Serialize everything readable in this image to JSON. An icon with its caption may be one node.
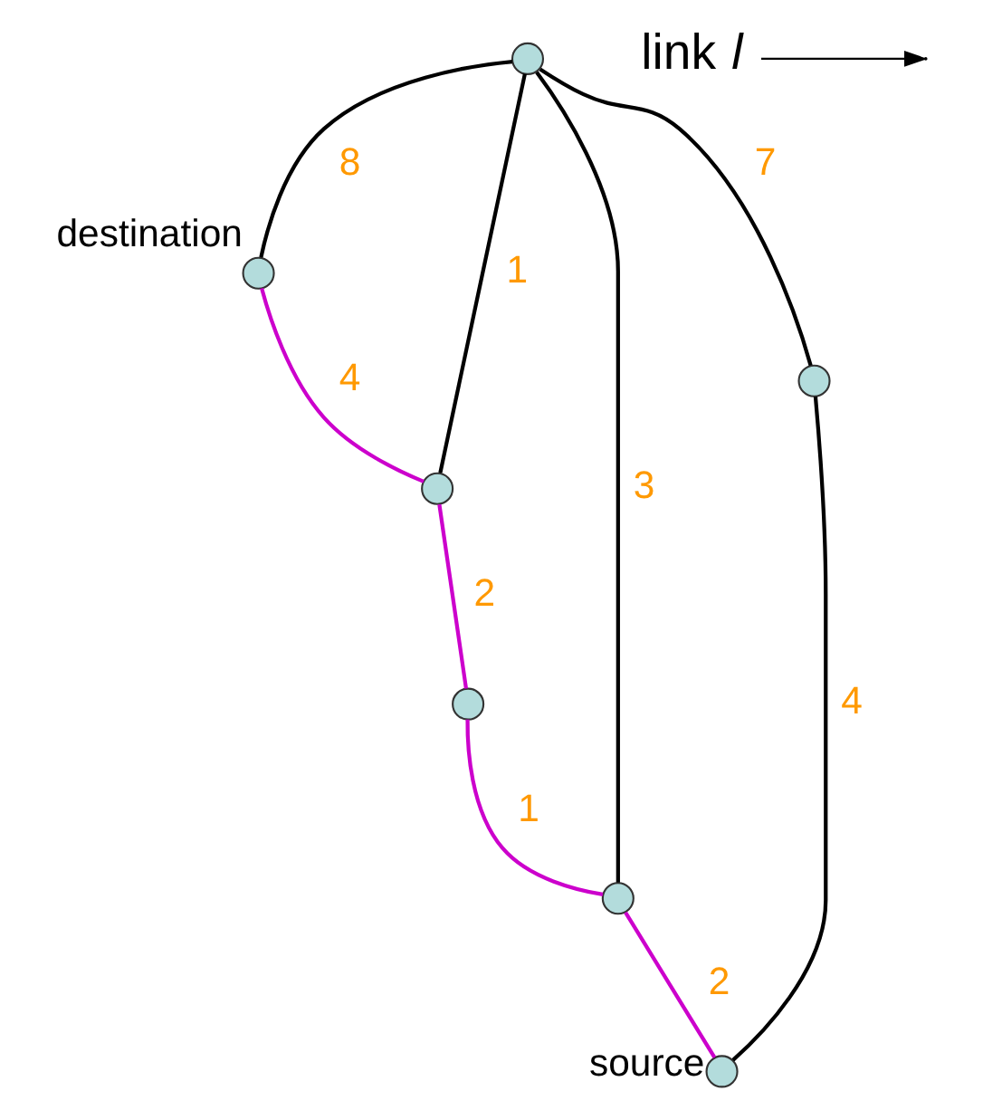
{
  "diagram": {
    "nodes": [
      {
        "text": [],
        "shape": "circle",
        "beside": [
          "destination"
        ]
      },
      {
        "text": [],
        "shape": "circle"
      },
      {
        "text": [],
        "shape": "circle"
      },
      {
        "text": [],
        "shape": "circle"
      },
      {
        "text": [],
        "shape": "circle"
      },
      {
        "text": [],
        "shape": "circle"
      },
      {
        "text": [],
        "shape": "circle",
        "beside": [
          "source"
        ]
      },
      {
        "text": [
          "link *l*"
        ]
      }
    ],
    "edges": [
      {
        "from": 2,
        "to": 0,
        "arrow": "none",
        "label": "8"
      },
      {
        "from": 0,
        "to": 1,
        "arrow": "none",
        "label": "4",
        "color": "#cc00cc"
      },
      {
        "from": 2,
        "to": 1,
        "arrow": "none",
        "label": "1"
      },
      {
        "from": 1,
        "to": 3,
        "arrow": "none",
        "label": "2",
        "color": "#cc00cc"
      },
      {
        "from": 2,
        "to": 4,
        "arrow": "none",
        "label": "7"
      },
      {
        "from": 2,
        "to": 5,
        "arrow": "none",
        "label": "3"
      },
      {
        "from": 3,
        "to": 5,
        "arrow": "none",
        "label": "1",
        "color": "#cc00cc"
      },
      {
        "from": 4,
        "to": 6,
        "arrow": "none",
        "label": "4"
      },
      {
        "from": 5,
        "to": 6,
        "arrow": "none",
        "label": "2",
        "color": "#cc00cc"
      },
      {
        "from": 7,
        "to": null,
        "arrow": "to"
      }
    ]
  }
}
